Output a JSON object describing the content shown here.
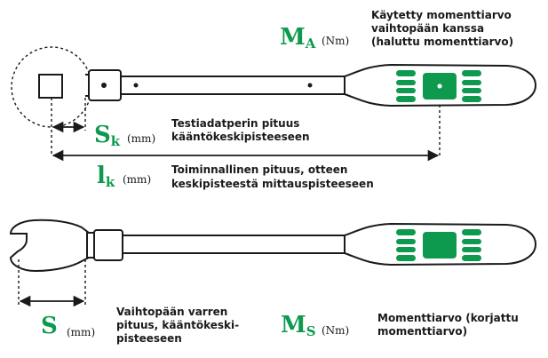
{
  "colors": {
    "accent": "#0e9a4e",
    "ink": "#1a1a1a",
    "background": "#ffffff"
  },
  "top_wrench": {
    "ma": {
      "symbol": "M",
      "subscript": "A",
      "unit": "(Nm)"
    },
    "ma_description": [
      "Käytetty momenttiarvo",
      "vaihtopään kanssa",
      "(haluttu momenttiarvo)"
    ],
    "sk": {
      "symbol": "S",
      "subscript": "k",
      "unit": "(mm)"
    },
    "sk_description": [
      "Testiadatperin pituus",
      "kääntökeskipisteeseen"
    ],
    "lk": {
      "symbol": "l",
      "subscript": "k",
      "unit": "(mm)"
    },
    "lk_description": [
      "Toiminnallinen pituus, otteen",
      "keskipisteestä mittauspisteeseen"
    ]
  },
  "bottom_wrench": {
    "s": {
      "symbol": "S",
      "unit": "(mm)"
    },
    "s_description": [
      "Vaihtopään varren",
      "pituus, kääntökeski-",
      "pisteeseen"
    ],
    "ms": {
      "symbol": "M",
      "subscript": "S",
      "unit": "(Nm)"
    },
    "ms_description": [
      "Momenttiarvo (korjattu",
      "momenttiarvo)"
    ]
  }
}
